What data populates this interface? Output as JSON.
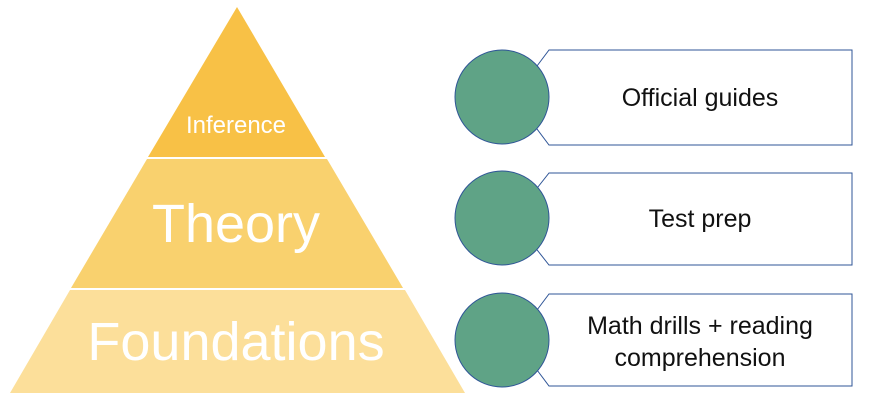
{
  "pyramid": {
    "tiers": [
      {
        "label": "Inference",
        "color": "#f8c146"
      },
      {
        "label": "Theory",
        "color": "#f9d16e"
      },
      {
        "label": "Foundations",
        "color": "#fcdf9a"
      }
    ]
  },
  "callouts": [
    {
      "lines": [
        "Official guides"
      ],
      "circle_color": "#5fa386"
    },
    {
      "lines": [
        "Test prep"
      ],
      "circle_color": "#5fa386"
    },
    {
      "lines": [
        "Math drills + reading",
        "comprehension"
      ],
      "circle_color": "#5fa386"
    }
  ]
}
